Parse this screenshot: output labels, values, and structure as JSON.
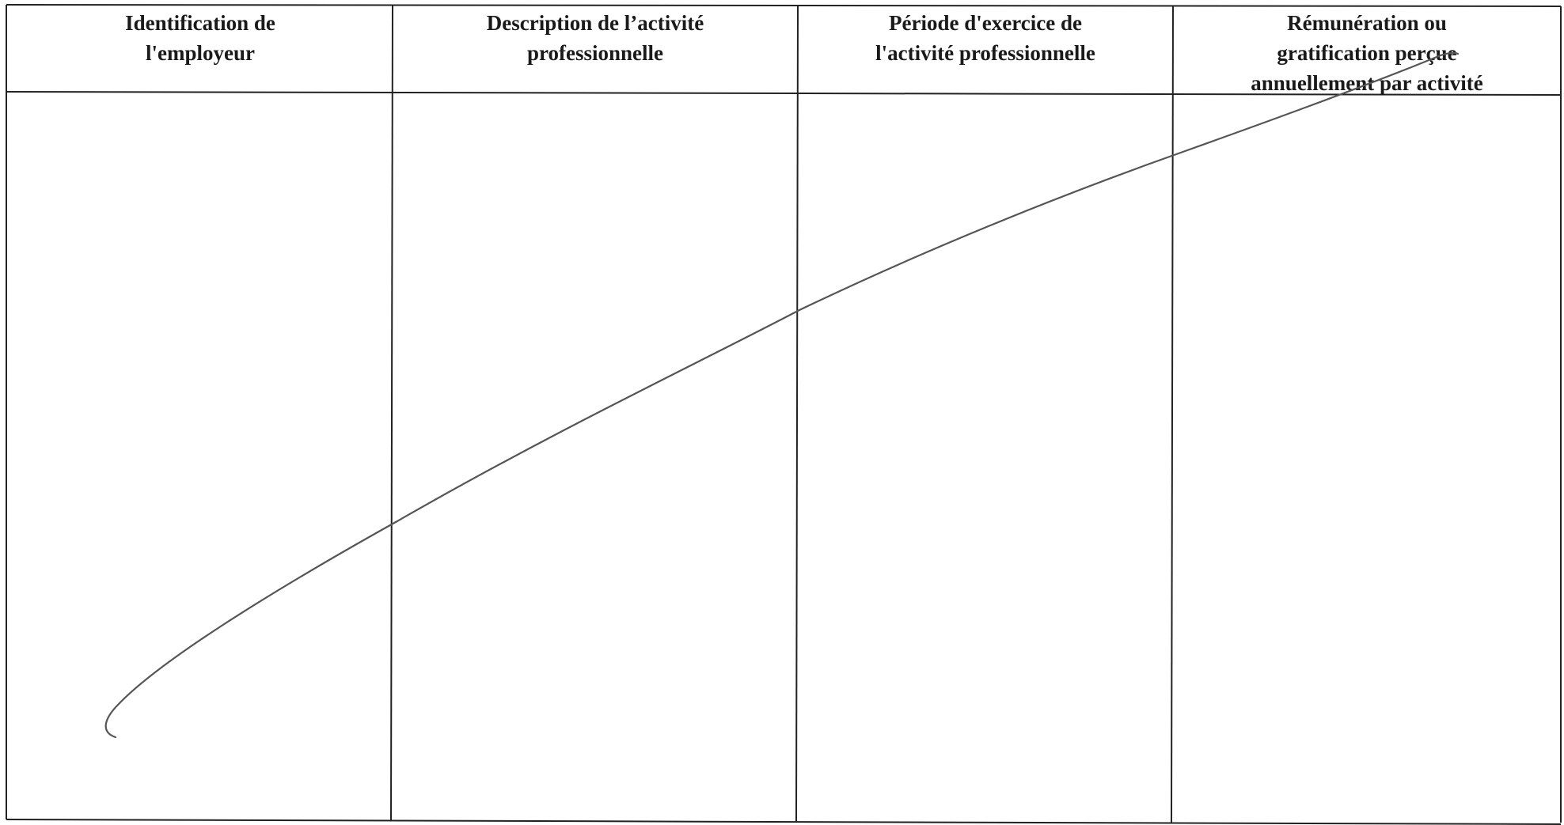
{
  "table": {
    "columns": [
      {
        "label": "Identification de\nl'employeur"
      },
      {
        "label": "Description de l’activité\nprofessionnelle"
      },
      {
        "label": "Période d'exercice de\nl'activité professionnelle"
      },
      {
        "label": "Rémunération ou\ngratification perçue\nannuellement par activité"
      }
    ],
    "rows": []
  },
  "annotation": {
    "type": "handwritten-strike-through",
    "color": "#555555"
  }
}
